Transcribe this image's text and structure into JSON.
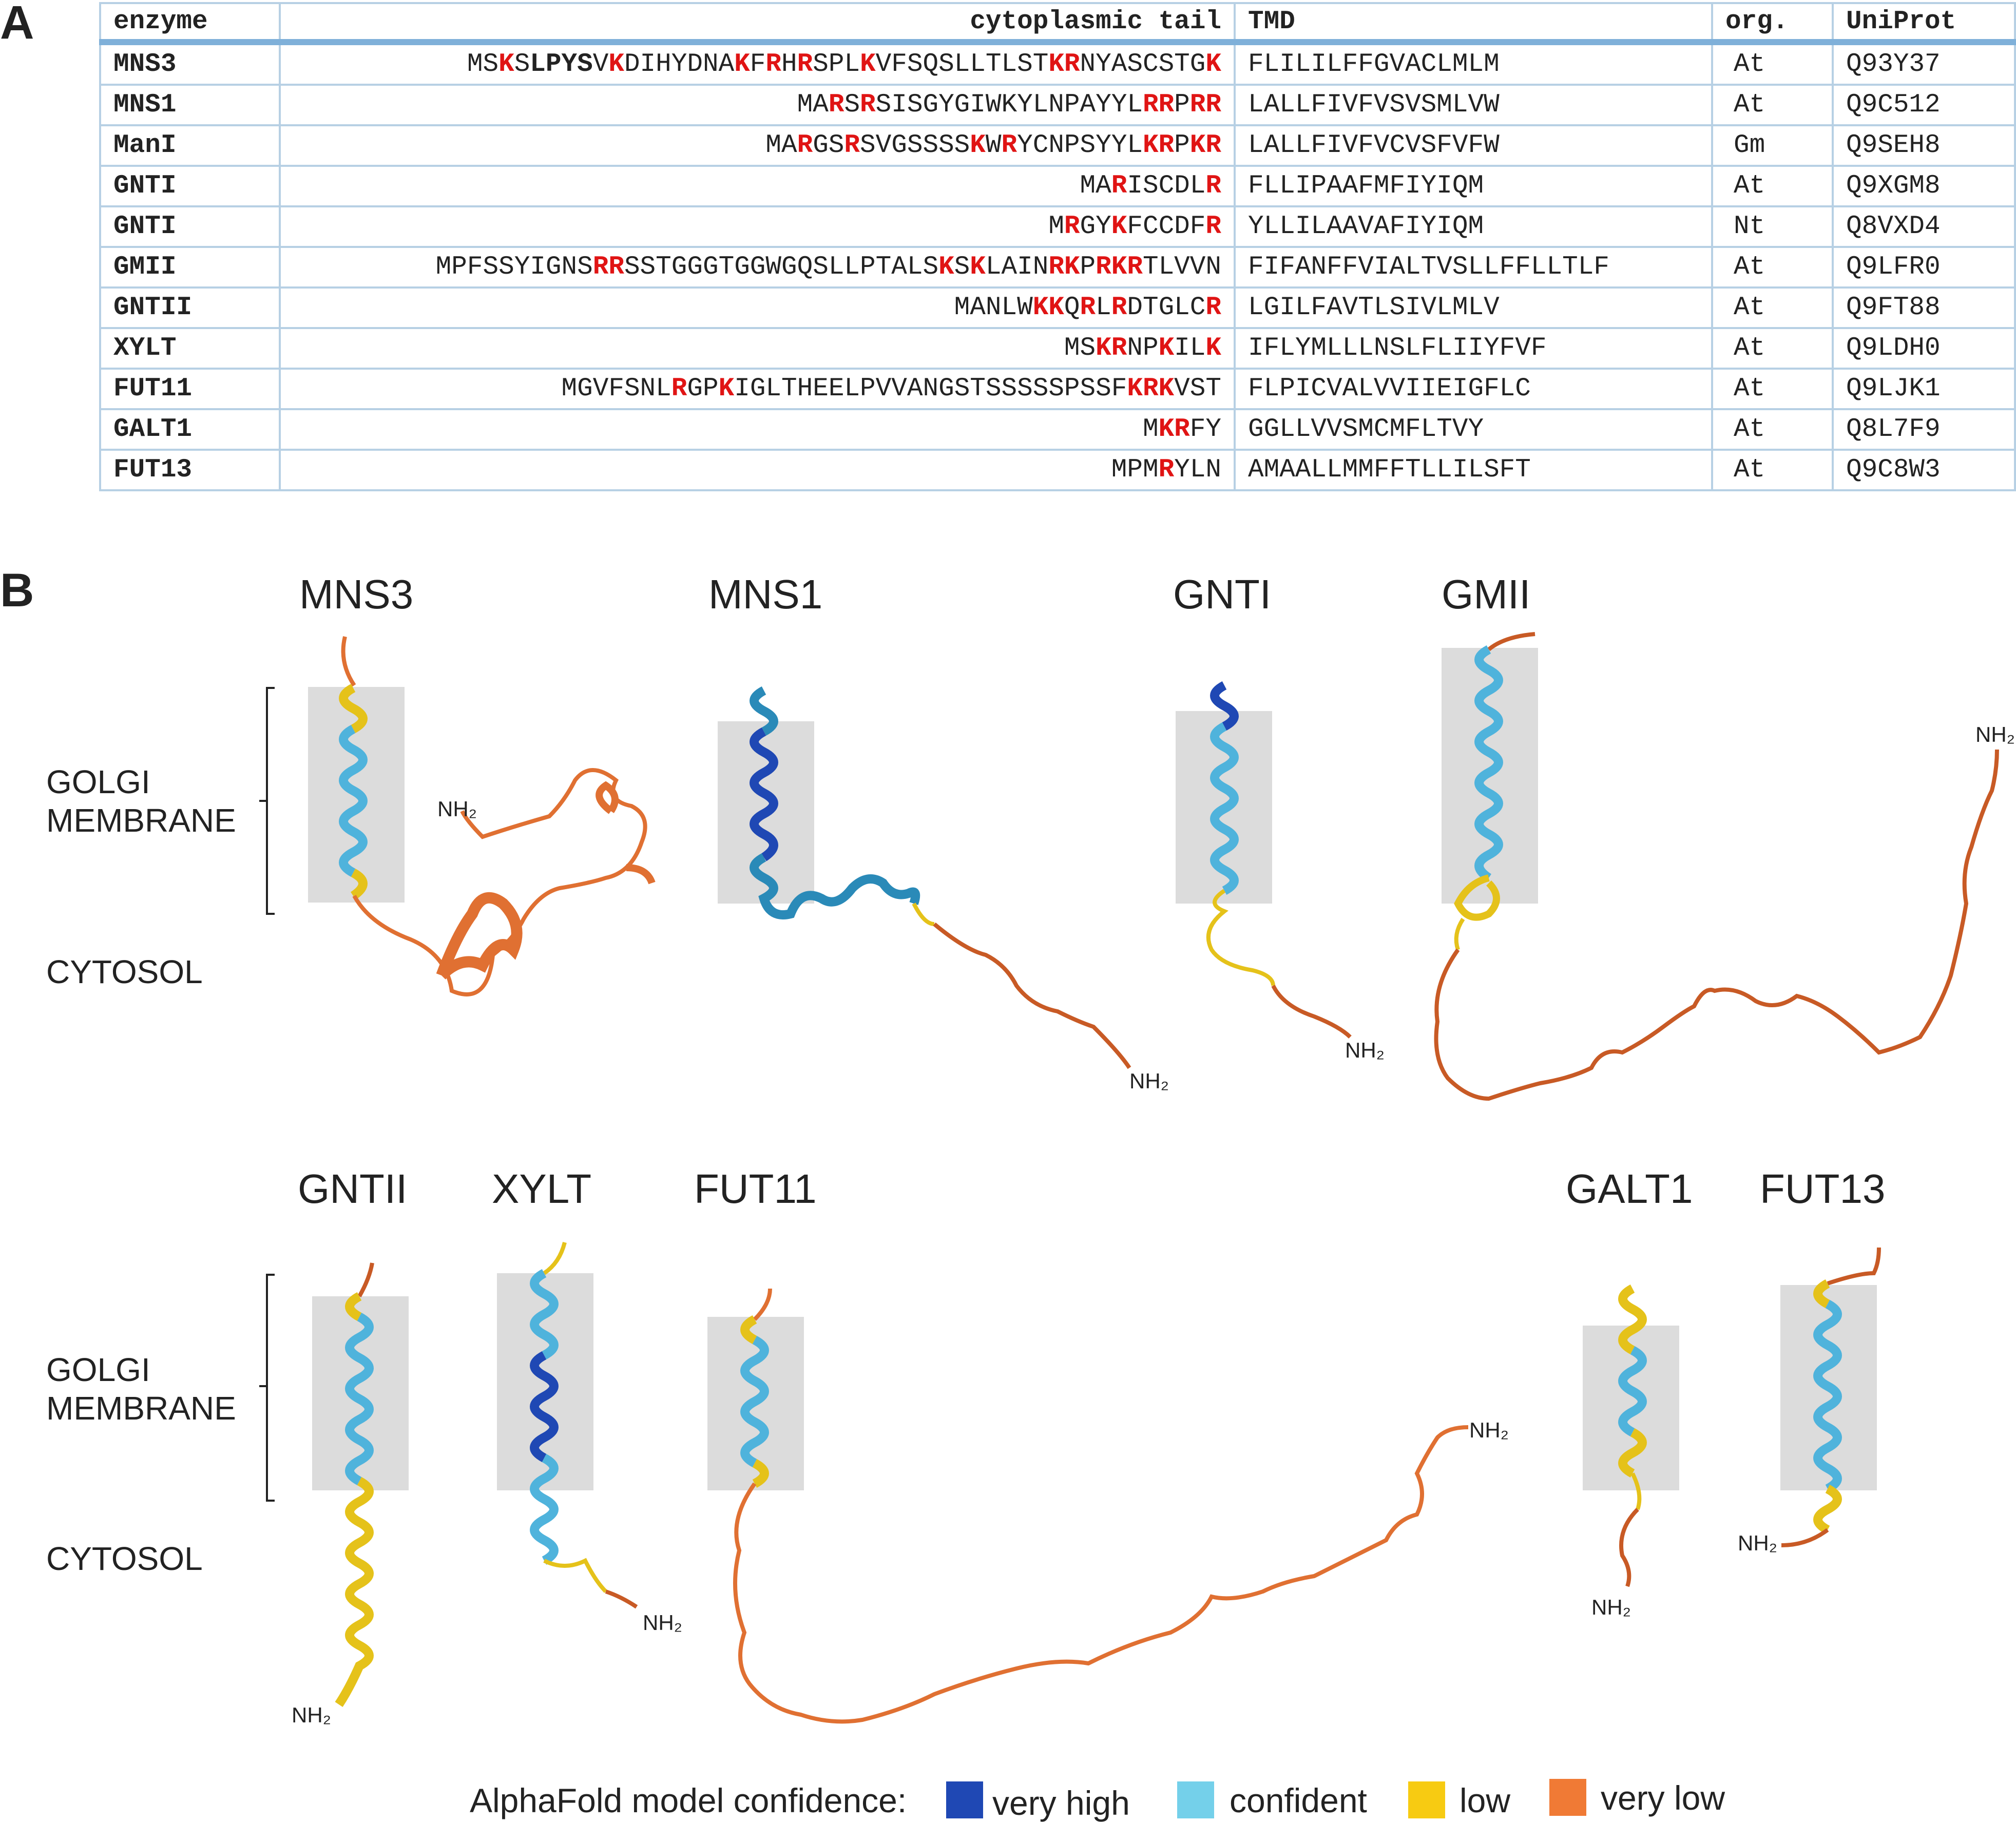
{
  "panel_a": {
    "letter": "A",
    "headers": {
      "enzyme": "enzyme",
      "tail": "cytoplasmic tail",
      "tmd": "TMD",
      "org": "org.",
      "uniprot": "UniProt"
    },
    "rows": [
      {
        "enzyme": "MNS3",
        "tail": [
          [
            "MS",
            ""
          ],
          [
            "K",
            "hl"
          ],
          [
            "S",
            ""
          ],
          [
            "LPYS",
            "bold"
          ],
          [
            "V",
            ""
          ],
          [
            "K",
            "hl"
          ],
          [
            "DIHYDNA",
            ""
          ],
          [
            "K",
            "hl"
          ],
          [
            "F",
            ""
          ],
          [
            "R",
            "hl"
          ],
          [
            "H",
            ""
          ],
          [
            "R",
            "hl"
          ],
          [
            "SPL",
            ""
          ],
          [
            "K",
            "hl"
          ],
          [
            "VFSQSLLTLST",
            ""
          ],
          [
            "KR",
            "hl"
          ],
          [
            "NYASCSTG",
            ""
          ],
          [
            "K",
            "hl"
          ]
        ],
        "tmd": "FLILILFFGVACLMLM",
        "org": "At",
        "uniprot": "Q93Y37"
      },
      {
        "enzyme": "MNS1",
        "tail": [
          [
            "MA",
            ""
          ],
          [
            "R",
            "hl"
          ],
          [
            "S",
            ""
          ],
          [
            "R",
            "hl"
          ],
          [
            "SISGYGIWKYLNPAYYL",
            ""
          ],
          [
            "RR",
            "hl"
          ],
          [
            "P",
            ""
          ],
          [
            "RR",
            "hl"
          ]
        ],
        "tmd": "LALLFIVFVSVSMLVW",
        "org": "At",
        "uniprot": "Q9C512"
      },
      {
        "enzyme": "ManI",
        "tail": [
          [
            "MA",
            ""
          ],
          [
            "R",
            "hl"
          ],
          [
            "GS",
            ""
          ],
          [
            "R",
            "hl"
          ],
          [
            "SVGSSSS",
            ""
          ],
          [
            "K",
            "hl"
          ],
          [
            "W",
            ""
          ],
          [
            "R",
            "hl"
          ],
          [
            "YCNPSYYL",
            ""
          ],
          [
            "KR",
            "hl"
          ],
          [
            "P",
            ""
          ],
          [
            "KR",
            "hl"
          ]
        ],
        "tmd": "LALLFIVFVCVSFVFW",
        "org": "Gm",
        "uniprot": "Q9SEH8"
      },
      {
        "enzyme": "GNTI",
        "tail": [
          [
            "MA",
            ""
          ],
          [
            "R",
            "hl"
          ],
          [
            "ISCDL",
            ""
          ],
          [
            "R",
            "hl"
          ]
        ],
        "tmd": "FLLIPAAFMFIYIQM",
        "org": "At",
        "uniprot": "Q9XGM8"
      },
      {
        "enzyme": "GNTI",
        "tail": [
          [
            "M",
            ""
          ],
          [
            "R",
            "hl"
          ],
          [
            "GY",
            ""
          ],
          [
            "K",
            "hl"
          ],
          [
            "FCCDF",
            ""
          ],
          [
            "R",
            "hl"
          ]
        ],
        "tmd": "YLLILAAVAFIYIQM",
        "org": "Nt",
        "uniprot": "Q8VXD4"
      },
      {
        "enzyme": "GMII",
        "tail": [
          [
            "MPFSSYIGNS",
            ""
          ],
          [
            "RR",
            "hl"
          ],
          [
            "SSTGGGTGGWGQSLLPTALS",
            ""
          ],
          [
            "K",
            "hl"
          ],
          [
            "S",
            ""
          ],
          [
            "K",
            "hl"
          ],
          [
            "LAIN",
            ""
          ],
          [
            "RK",
            "hl"
          ],
          [
            "P",
            ""
          ],
          [
            "RKR",
            "hl"
          ],
          [
            "TLVVN",
            ""
          ]
        ],
        "tmd": "FIFANFFVIALTVSLLFFLLTLF",
        "org": "At",
        "uniprot": "Q9LFR0"
      },
      {
        "enzyme": "GNTII",
        "tail": [
          [
            "MANLW",
            ""
          ],
          [
            "KK",
            "hl"
          ],
          [
            "Q",
            ""
          ],
          [
            "R",
            "hl"
          ],
          [
            "L",
            ""
          ],
          [
            "R",
            "hl"
          ],
          [
            "DTGLC",
            ""
          ],
          [
            "R",
            "hl"
          ]
        ],
        "tmd": "LGILFAVTLSIVLMLV",
        "org": "At",
        "uniprot": "Q9FT88"
      },
      {
        "enzyme": "XYLT",
        "tail": [
          [
            "MS",
            ""
          ],
          [
            "KR",
            "hl"
          ],
          [
            "NP",
            ""
          ],
          [
            "K",
            "hl"
          ],
          [
            "IL",
            ""
          ],
          [
            "K",
            "hl"
          ]
        ],
        "tmd": "IFLYMLLLNSLFLIIYFVF",
        "org": "At",
        "uniprot": "Q9LDH0"
      },
      {
        "enzyme": "FUT11",
        "tail": [
          [
            "MGVFSNL",
            ""
          ],
          [
            "R",
            "hl"
          ],
          [
            "GP",
            ""
          ],
          [
            "K",
            "hl"
          ],
          [
            "IGLTHEELPVVANGSTSSSSSPSSF",
            ""
          ],
          [
            "KRK",
            "hl"
          ],
          [
            "VST",
            ""
          ]
        ],
        "tmd": "FLPICVALVVIIEIGFLC",
        "org": "At",
        "uniprot": "Q9LJK1"
      },
      {
        "enzyme": "GALT1",
        "tail": [
          [
            "M",
            ""
          ],
          [
            "KR",
            "hl"
          ],
          [
            "FY",
            ""
          ]
        ],
        "tmd": "GGLLVVSMCMFLTVY",
        "org": "At",
        "uniprot": "Q8L7F9"
      },
      {
        "enzyme": "FUT13",
        "tail": [
          [
            "MPM",
            ""
          ],
          [
            "R",
            "hl"
          ],
          [
            "YLN",
            ""
          ]
        ],
        "tmd": "AMAALLMMFFTLLILSFT",
        "org": "At",
        "uniprot": "Q9C8W3"
      }
    ]
  },
  "panel_b": {
    "letter": "B",
    "golgi_membrane": "GOLGI\nMEMBRANE",
    "golgi_line1": "GOLGI",
    "golgi_line2": "MEMBRANE",
    "cytosol": "CYTOSOL",
    "nh2": "NH2",
    "structures_row1": [
      "MNS3",
      "MNS1",
      "GNTI",
      "GMII"
    ],
    "structures_row2": [
      "GNTII",
      "XYLT",
      "FUT11",
      "GALT1",
      "FUT13"
    ]
  },
  "legend": {
    "title": "AlphaFold model confidence:",
    "items": [
      {
        "label": "very high",
        "color": "#1f48b4"
      },
      {
        "label": "confident",
        "color": "#74d0ea"
      },
      {
        "label": "low",
        "color": "#f7cb12"
      },
      {
        "label": "very low",
        "color": "#f07a35"
      }
    ]
  },
  "colors": {
    "very_high": "#1f48b4",
    "confident": "#4fb3dc",
    "low": "#e5c21a",
    "very_low": "#e07032",
    "membrane_box": "#dcdcdc",
    "table_border": "#b7d0e4",
    "highlight": "#e01414"
  }
}
